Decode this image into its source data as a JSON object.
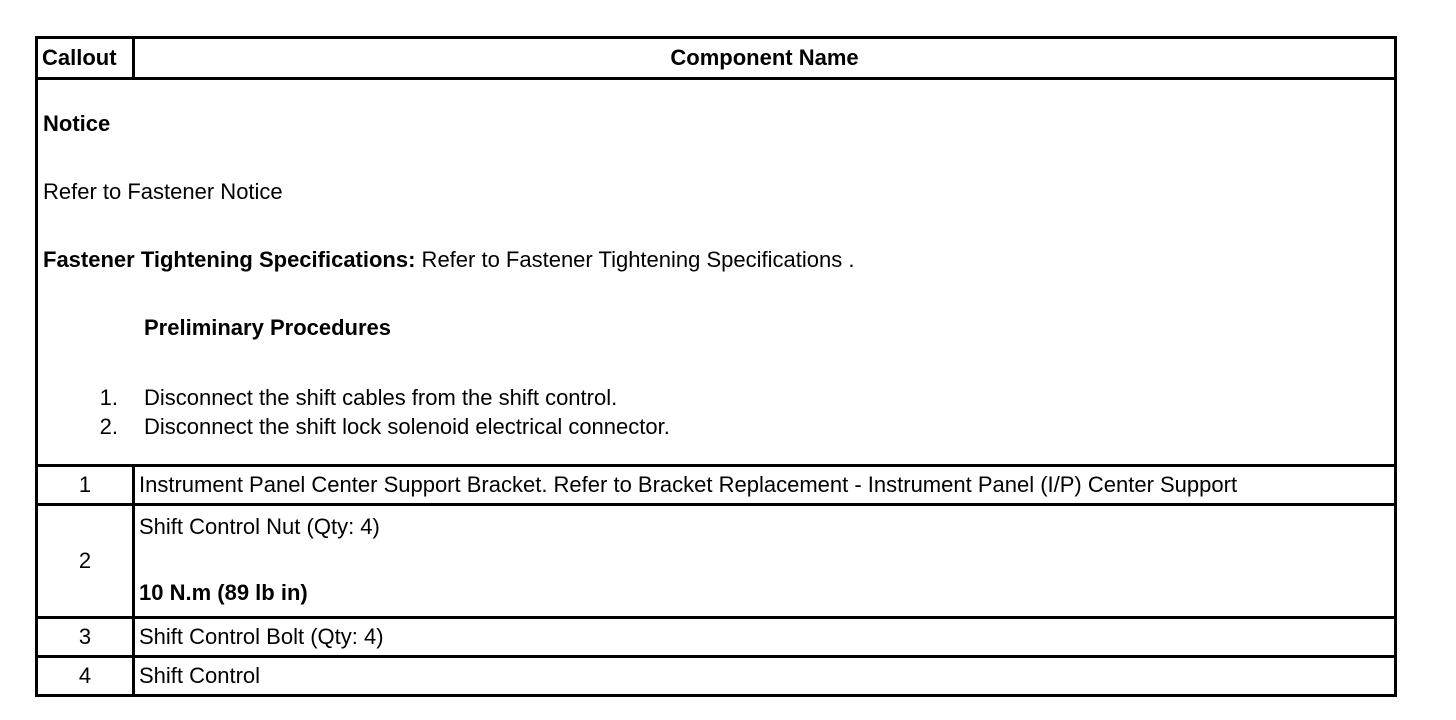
{
  "header": {
    "callout": "Callout",
    "component_name": "Component Name"
  },
  "notice": {
    "title": "Notice",
    "fastener_notice": "Refer to Fastener Notice",
    "spec_label": "Fastener Tightening Specifications:",
    "spec_text": " Refer to Fastener Tightening Specifications .",
    "preliminary_title": "Preliminary Procedures",
    "steps": [
      {
        "num": "1.",
        "text": "Disconnect the shift cables from the shift control."
      },
      {
        "num": "2.",
        "text": "Disconnect the shift lock solenoid electrical connector."
      }
    ]
  },
  "rows": [
    {
      "callout": "1",
      "name": "Instrument Panel Center Support Bracket. Refer to Bracket Replacement - Instrument Panel (I/P) Center Support"
    },
    {
      "callout": "2",
      "name": "Shift Control Nut (Qty: 4)",
      "torque": "10 N.m (89 lb in)"
    },
    {
      "callout": "3",
      "name": "Shift Control Bolt (Qty: 4)"
    },
    {
      "callout": "4",
      "name": "Shift Control"
    }
  ]
}
